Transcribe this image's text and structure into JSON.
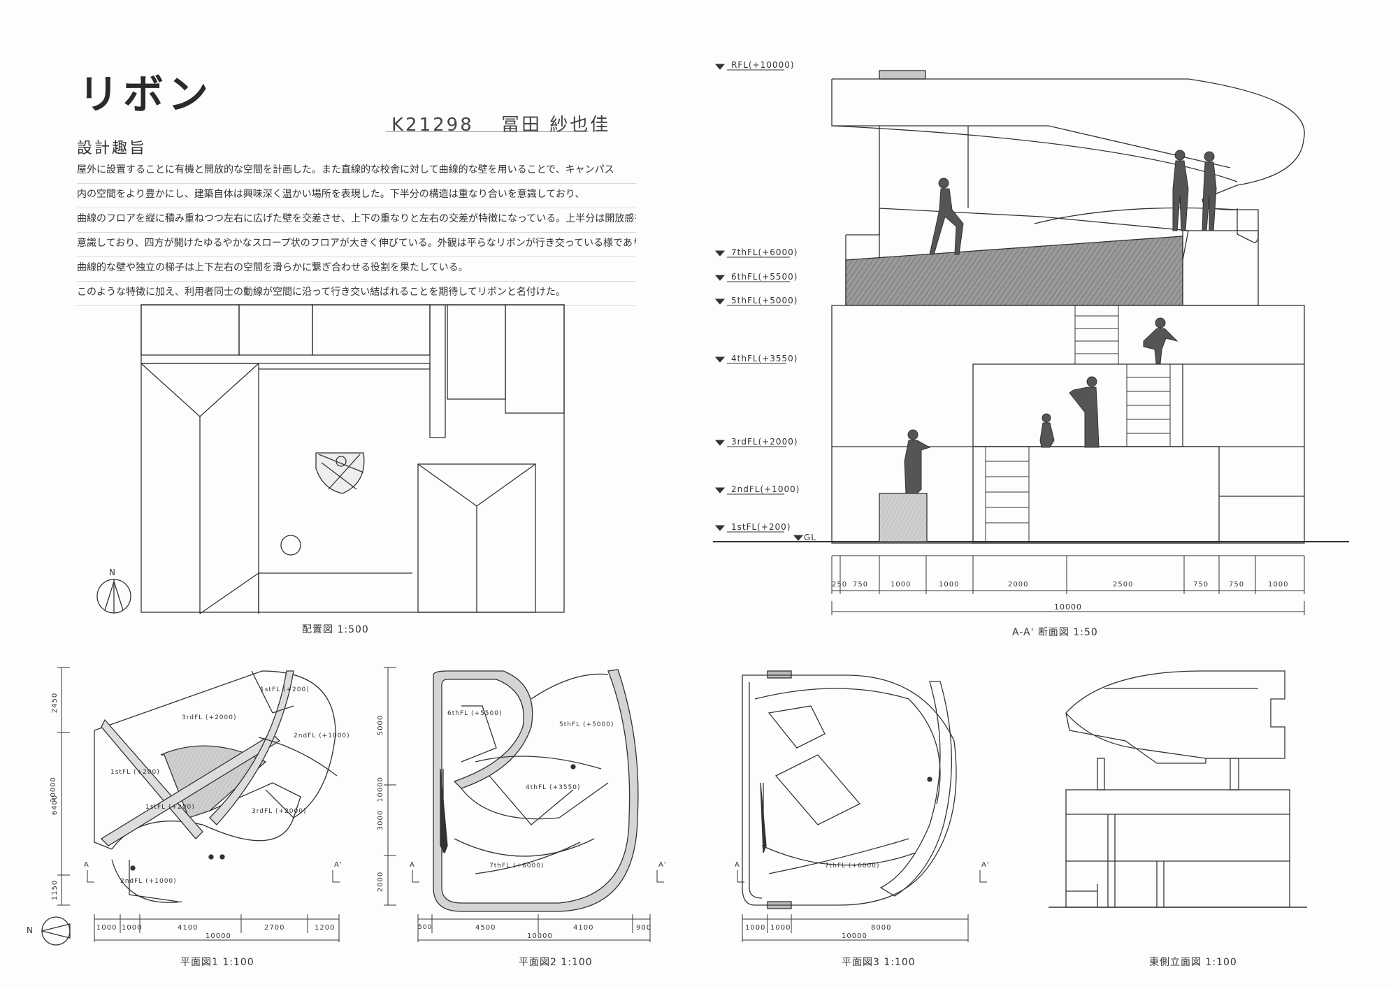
{
  "title": "リボン",
  "author": {
    "id": "K21298",
    "name": "冨田 紗也佳"
  },
  "concept": {
    "heading": "設計趣旨",
    "lines": [
      "屋外に設置することに有機と開放的な空間を計画した。また直線的な校舎に対して曲線的な壁を用いることで、キャンパス",
      "内の空間をより豊かにし、建築自体は興味深く温かい場所を表現した。下半分の構造は重なり合いを意識しており、",
      "曲線のフロアを縦に積み重ねつつ左右に広げた壁を交差させ、上下の重なりと左右の交差が特徴になっている。上半分は開放感を",
      "意識しており、四方が開けたゆるやかなスロープ状のフロアが大きく伸びている。外観は平らなリボンが行き交っている様であり、",
      "曲線的な壁や独立の梯子は上下左右の空間を滑らかに繋ぎ合わせる役割を果たしている。",
      "このような特徴に加え、利用者同士の動線が空間に沿って行き交い結ばれることを期待してリボンと名付けた。"
    ]
  },
  "site_plan": {
    "caption": "配置図 1:500",
    "north": "N"
  },
  "section": {
    "caption": "A-A' 断面図 1:50",
    "levels": [
      "RFL(+10000)",
      "7thFL(+6000)",
      "6thFL(+5500)",
      "5thFL(+5000)",
      "4thFL(+3550)",
      "3rdFL(+2000)",
      "2ndFL(+1000)",
      "1stFL(+200)",
      "GL"
    ],
    "dims": [
      "250",
      "750",
      "1000",
      "1000",
      "2000",
      "2500",
      "750",
      "750",
      "1000"
    ],
    "total": "10000"
  },
  "plan1": {
    "caption": "平面図1 1:100",
    "labels": [
      "1stFL (+200)",
      "3rdFL (+2000)",
      "2ndFL (+1000)",
      "1stFL (+200)",
      "1stFL (+200)",
      "3rdFL (+2000)",
      "2ndFL (+1000)"
    ],
    "vdims": [
      "2450",
      "6400",
      "1150"
    ],
    "vtotal": "10000",
    "hdims": [
      "1000",
      "1000",
      "4100",
      "2700",
      "1200"
    ],
    "htotal": "10000",
    "sec_a": "A",
    "sec_b": "A'"
  },
  "plan2": {
    "caption": "平面図2 1:100",
    "labels": [
      "6thFL (+5500)",
      "5thFL (+5000)",
      "4thFL (+3550)",
      "7thFL (+6000)"
    ],
    "vdims": [
      "5000",
      "3000",
      "2000"
    ],
    "vtotal": "10000",
    "hdims": [
      "500",
      "4500",
      "4100",
      "900"
    ],
    "htotal": "10000",
    "sec_a": "A",
    "sec_b": "A'"
  },
  "plan3": {
    "caption": "平面図3 1:100",
    "labels": [
      "7thFL (+6000)"
    ],
    "hdims": [
      "1000",
      "1000",
      "8000"
    ],
    "htotal": "10000",
    "sec_a": "A",
    "sec_b": "A'"
  },
  "elevation": {
    "caption": "東側立面図 1:100"
  }
}
